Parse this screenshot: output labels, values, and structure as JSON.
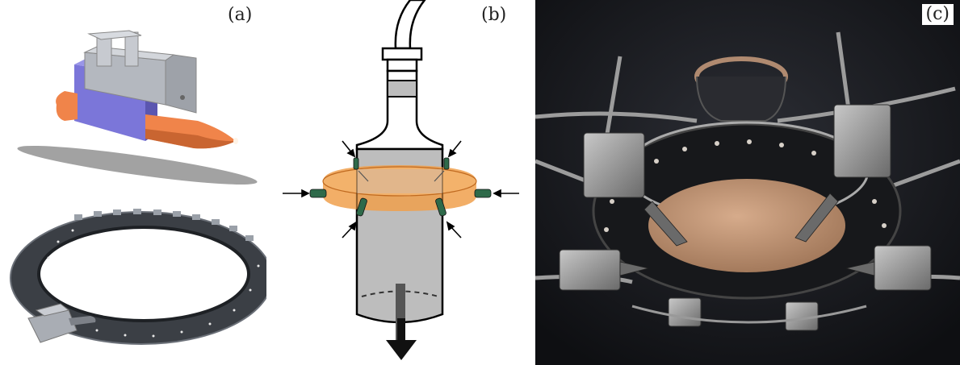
{
  "figure": {
    "panels": [
      {
        "id": "a",
        "label": "(a)"
      },
      {
        "id": "b",
        "label": "(b)"
      },
      {
        "id": "c",
        "label": "(c)"
      }
    ]
  },
  "colors": {
    "holder_gray": "#b4b8bf",
    "holder_body_purple": "#7b76d9",
    "nozzle_orange": "#f0844a",
    "ring_dark": "#3b3f45",
    "ring_highlight": "#f0a04c",
    "connector_green": "#2e6a4a",
    "chamber_gray": "#bdbdbd",
    "photo_dark": "#1c1d22",
    "photo_copper": "#c79a7a"
  },
  "icons": {
    "down_arrow": "down-arrow-icon",
    "inward_arrow": "inward-arrow-icon"
  }
}
